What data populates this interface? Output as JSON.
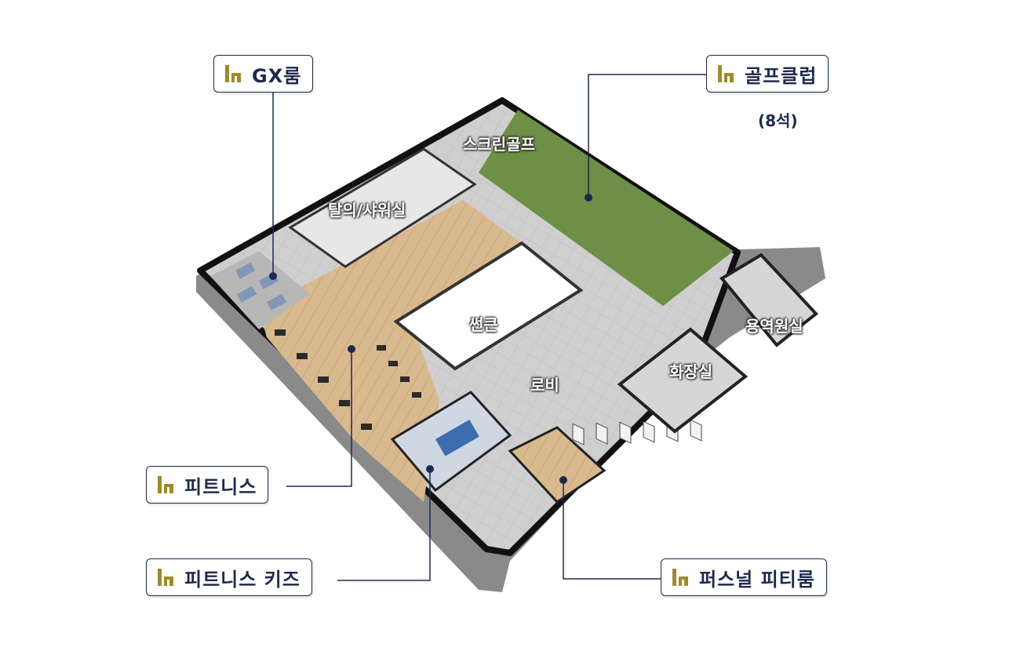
{
  "callouts": {
    "gx": "GX룸",
    "golf": "골프클럽",
    "golf_sub": "(8석)",
    "fitness": "피트니스",
    "kids": "피트니스 키즈",
    "pt": "퍼스널 피티룸"
  },
  "rooms": {
    "screen_golf": "스크린골프",
    "locker": "탈의/샤워실",
    "sunken": "썬큰",
    "lobby": "로비",
    "staff": "용역원실",
    "restroom": "화장실"
  },
  "icons": {
    "callout_logo": "brand-logo-icon"
  },
  "colors": {
    "navy": "#1d2a4d",
    "gold": "#a08a2a",
    "wall": "#111111",
    "wood": "#d9b98e",
    "green": "#6d8f46",
    "floor": "#c9c9c9"
  }
}
